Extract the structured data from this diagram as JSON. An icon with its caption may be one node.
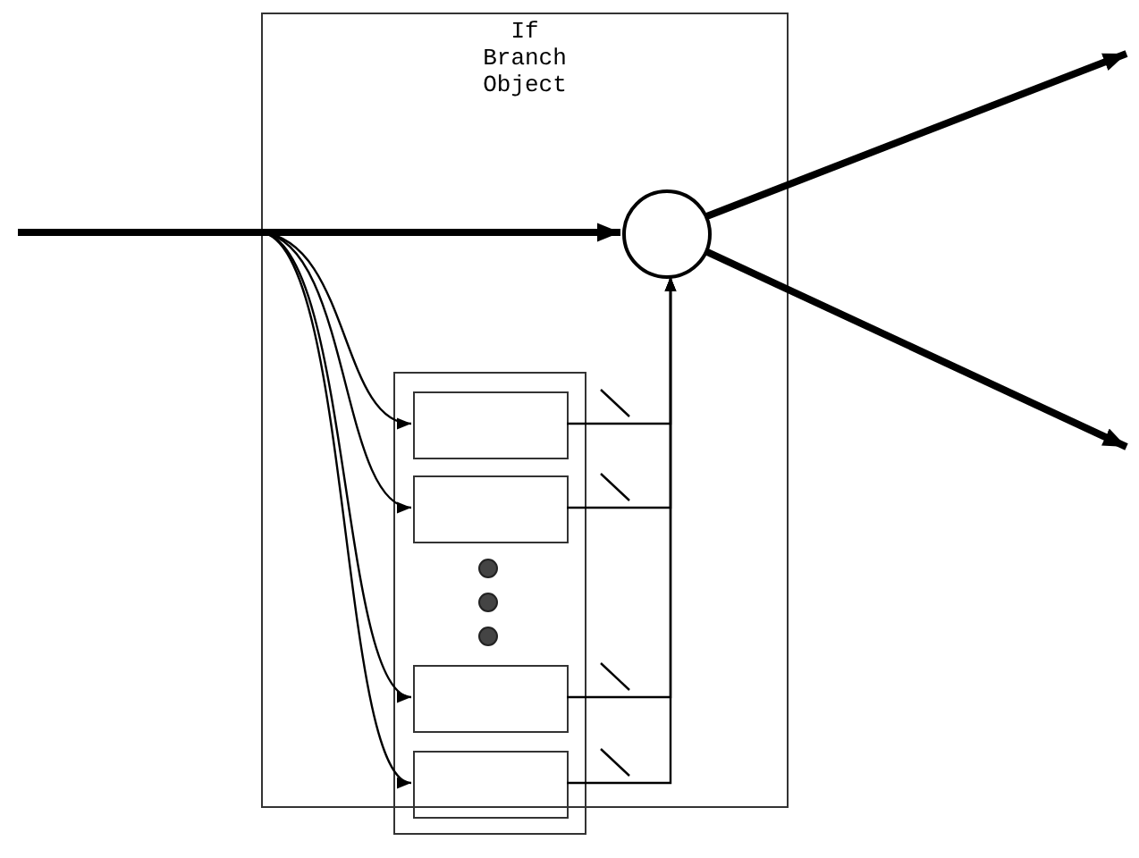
{
  "diagram": {
    "nodes": [
      {
        "text": [
          "If Branch Object"
        ]
      },
      {
        "text": [],
        "shape": "circle",
        "in": 0
      },
      {
        "text": [],
        "shape": "box"
      },
      {
        "text": [],
        "shape": "box",
        "in": 2
      },
      {
        "text": [],
        "shape": "box",
        "in": 2
      },
      {
        "text": [],
        "shape": "box",
        "in": 2
      },
      {
        "text": [],
        "shape": "box",
        "in": 2
      }
    ],
    "edges": [
      {
        "from": null,
        "to": 1,
        "arrow": "to",
        "style": "thick"
      },
      {
        "from": 1,
        "to": null,
        "arrow": "to",
        "style": "thick"
      },
      {
        "from": 1,
        "to": null,
        "arrow": "to",
        "style": "thick"
      },
      {
        "from": 0,
        "to": 3,
        "arrow": "to"
      },
      {
        "from": 0,
        "to": 4,
        "arrow": "to"
      },
      {
        "from": 0,
        "to": 5,
        "arrow": "to"
      },
      {
        "from": 0,
        "to": 6,
        "arrow": "to"
      },
      {
        "from": 3,
        "to": 1,
        "arrow": "to"
      },
      {
        "from": 4,
        "to": 1,
        "arrow": "to"
      },
      {
        "from": 5,
        "to": 1,
        "arrow": "to"
      },
      {
        "from": 6,
        "to": 1,
        "arrow": "to"
      }
    ]
  }
}
